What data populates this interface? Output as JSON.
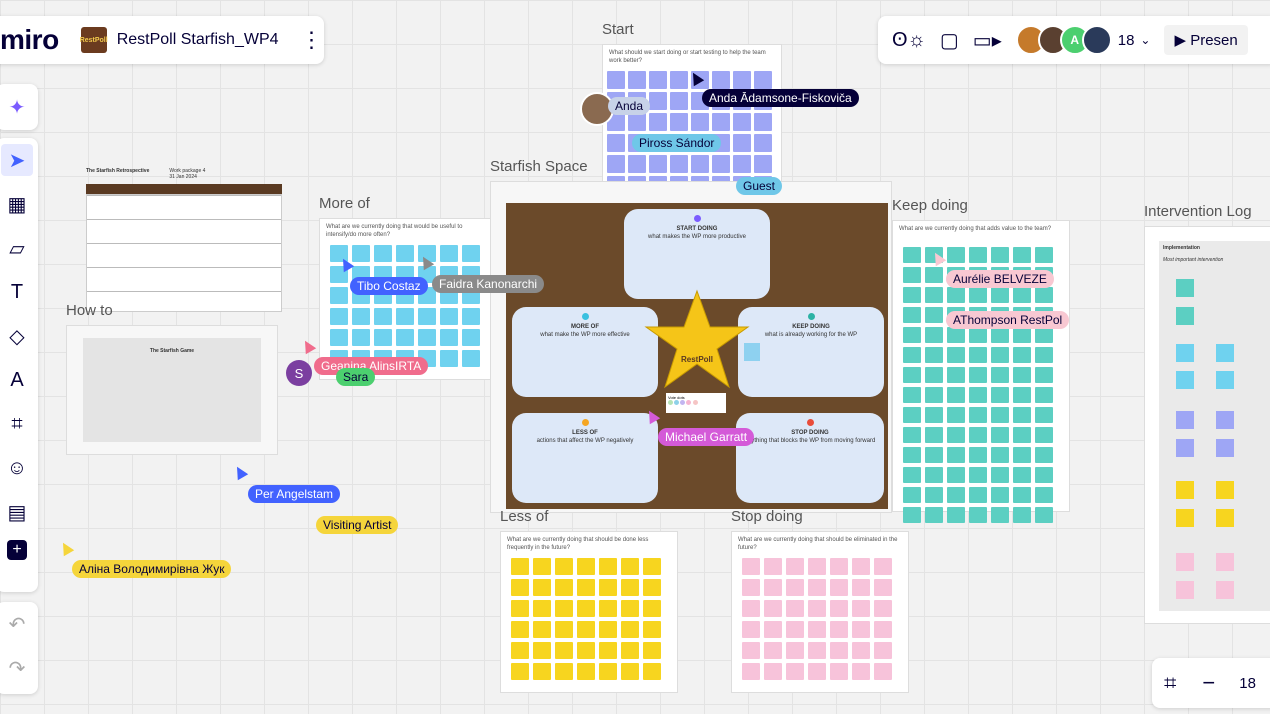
{
  "app": {
    "logo": "miro",
    "board_name": "RestPoll Starfish_WP4",
    "board_icon_text": "RestPoll"
  },
  "header": {
    "collaborator_count": "18",
    "present_label": "Presen",
    "avatars": [
      {
        "initial": ""
      },
      {
        "initial": ""
      },
      {
        "initial": "A"
      },
      {
        "initial": ""
      }
    ]
  },
  "frames": {
    "start": {
      "label": "Start",
      "question": "What should we start doing or start testing to help the team work better?"
    },
    "starfish": {
      "label": "Starfish Space"
    },
    "more_of": {
      "label": "More of",
      "question": "What are we currently doing that would be useful to intensify/do more often?"
    },
    "keep_doing": {
      "label": "Keep doing",
      "question": "What are we currently doing that adds value to the team?"
    },
    "intervention": {
      "label": "Intervention Log",
      "heading": "Implementation",
      "subheading": "Most important intervention"
    },
    "how_to": {
      "label": "How to",
      "title": "The Starfish Game"
    },
    "less_of": {
      "label": "Less of",
      "question": "What are we currently doing that should be done less frequently in the future?"
    },
    "stop_doing": {
      "label": "Stop doing",
      "question": "What are we currently doing that should be eliminated in the future?"
    },
    "retro_doc": {
      "title": "The Starfish Retrospective",
      "subtitle": "Work package 4",
      "date": "31 Jan 2024"
    }
  },
  "starfish_cards": {
    "start": {
      "title": "START DOING",
      "text": "what makes the WP more productive"
    },
    "more": {
      "title": "MORE OF",
      "text": "what make the WP more effective"
    },
    "keep": {
      "title": "KEEP DOING",
      "text": "what is already working for the WP"
    },
    "less": {
      "title": "LESS OF",
      "text": "actions that affect the WP negatively"
    },
    "stop": {
      "title": "STOP DOING",
      "text": "anything that blocks the WP from moving forward"
    },
    "center": "RestPoll",
    "legend_title": "Vote dots"
  },
  "cursors": [
    {
      "name": "Anda",
      "color": "#c7d2e8"
    },
    {
      "name": "Anda Ādamsone-Fiskoviča",
      "color": "#050038"
    },
    {
      "name": "Piross Sándor",
      "color": "#6fc7e8"
    },
    {
      "name": "Guest",
      "color": "#6fc7e8"
    },
    {
      "name": "Tibo Costaz",
      "color": "#4262ff"
    },
    {
      "name": "Faidra Kanonarchi",
      "color": "#8a8a8a"
    },
    {
      "name": "Geanina AlinsIRTA",
      "color": "#f06c8c"
    },
    {
      "name": "Sara",
      "color": "#4ccf6f"
    },
    {
      "name": "Aurélie BELVEZE",
      "color": "#f8c8d2"
    },
    {
      "name": "AThompson RestPol",
      "color": "#f8c8d2"
    },
    {
      "name": "Michael Garratt",
      "color": "#d45ad8"
    },
    {
      "name": "Per Angelstam",
      "color": "#4262ff"
    },
    {
      "name": "Visiting Artist",
      "color": "#f5d53b"
    },
    {
      "name": "Аліна Володимирівна Жук",
      "color": "#f5d53b"
    }
  ],
  "user_badge": "S",
  "zoom": "18"
}
